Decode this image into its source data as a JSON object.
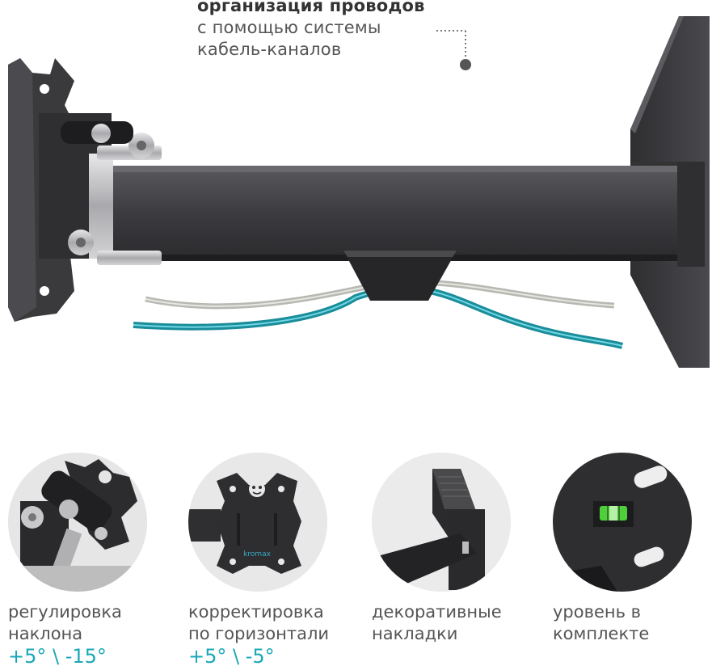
{
  "callout": {
    "line1": "организация проводов",
    "line2": "с помощью системы",
    "line3": "кабель-каналов"
  },
  "features": [
    {
      "line1": "регулировка",
      "line2": "наклона",
      "accent": "+5° \\ -15°"
    },
    {
      "line1": "корректировка",
      "line2": "по горизонтали",
      "accent": "+5° \\ -5°"
    },
    {
      "line1": "декоративные",
      "line2": "накладки",
      "accent": ""
    },
    {
      "line1": "уровень в",
      "line2": "комплекте",
      "accent": ""
    }
  ],
  "colors": {
    "accent": "#1aa7b8",
    "cable_blue": "#1aa7b8",
    "metal": "#3a3a3c"
  },
  "logo": "kromax",
  "icons": {
    "callout_pointer": "dotted-pointer-icon"
  }
}
